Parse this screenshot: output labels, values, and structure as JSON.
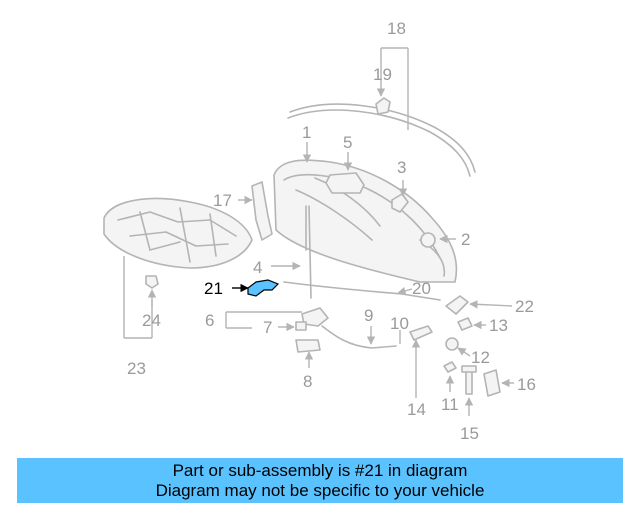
{
  "callouts": {
    "c1": "1",
    "c2": "2",
    "c3": "3",
    "c4": "4",
    "c5": "5",
    "c6": "6",
    "c7": "7",
    "c8": "8",
    "c9": "9",
    "c10": "10",
    "c11": "11",
    "c12": "12",
    "c13": "13",
    "c14": "14",
    "c15": "15",
    "c16": "16",
    "c17": "17",
    "c18": "18",
    "c19": "19",
    "c20": "20",
    "c21": "21",
    "c22": "22",
    "c23": "23",
    "c24": "24"
  },
  "highlight": {
    "part_number": "21",
    "color": "#59c2ff"
  },
  "banner": {
    "line1": "Part or sub-assembly is #21 in diagram",
    "line2": "Diagram may not be specific to your vehicle",
    "background": "#59c2ff"
  }
}
